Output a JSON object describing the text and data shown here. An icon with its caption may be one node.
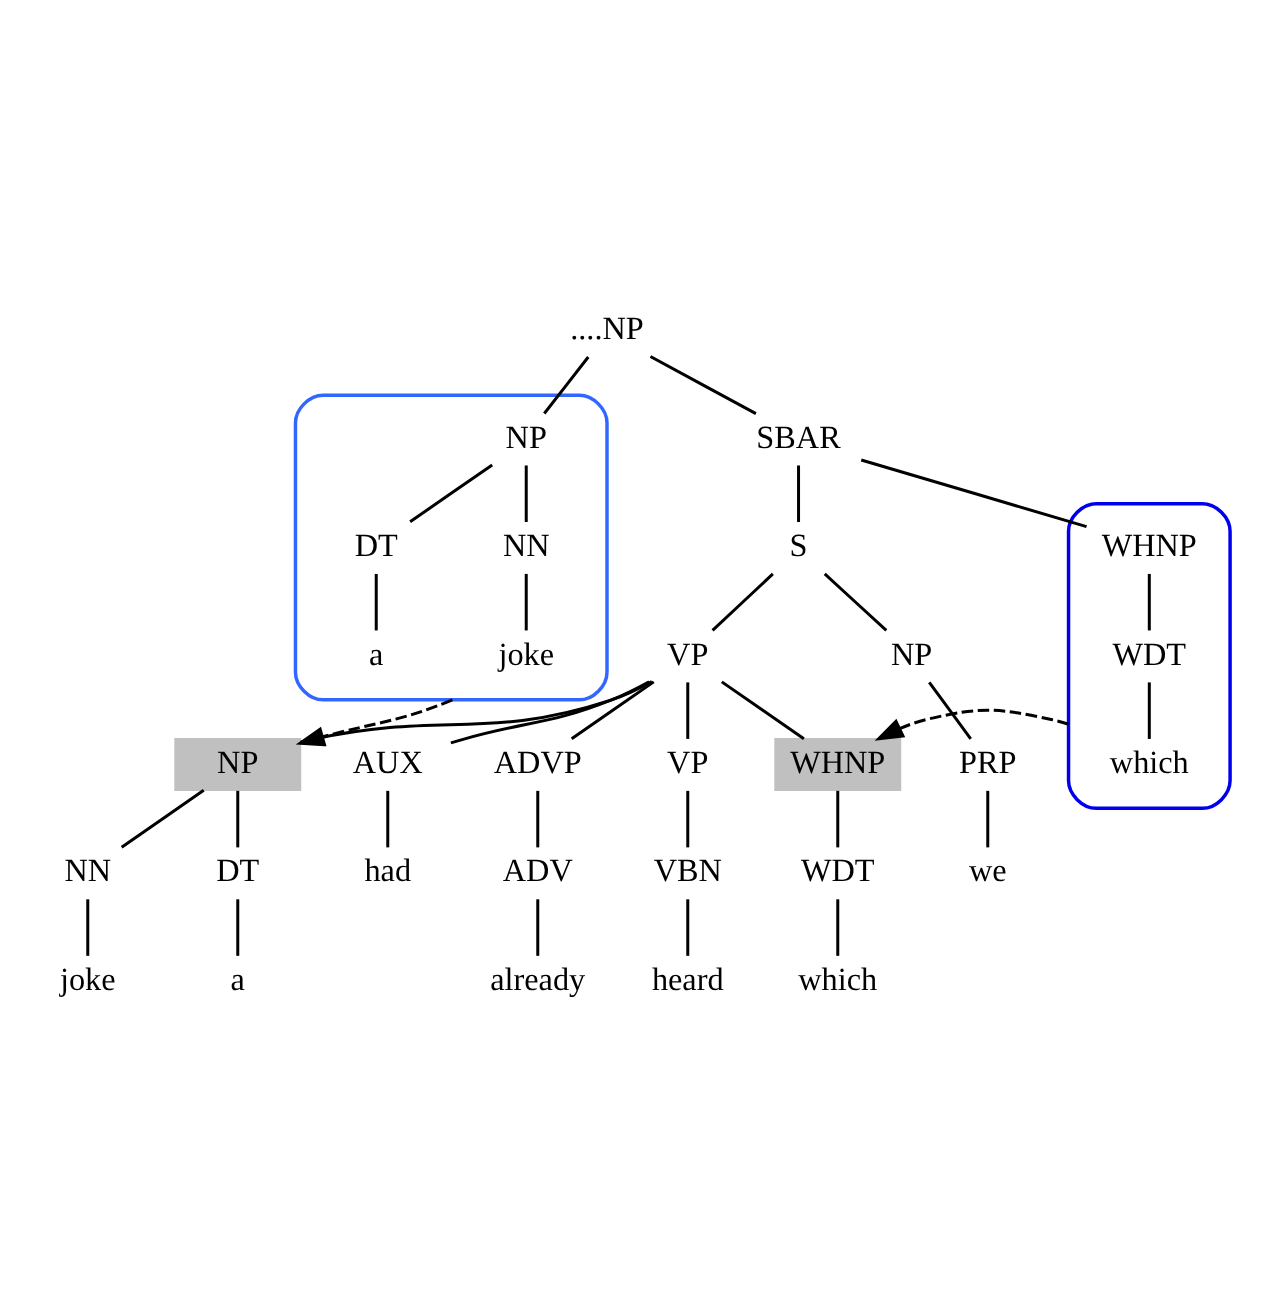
{
  "diagram": {
    "nodes": [
      {
        "text": [
          "....NP"
        ]
      },
      {
        "text": [],
        "shape": "ellipse"
      },
      {
        "text": [
          "NP"
        ],
        "in": 1
      },
      {
        "text": [
          "DT"
        ],
        "in": 1
      },
      {
        "text": [
          "NN"
        ],
        "in": 1
      },
      {
        "text": [
          "a"
        ],
        "in": 1
      },
      {
        "text": [
          "joke"
        ],
        "in": 1
      },
      {
        "text": [
          "SBAR"
        ]
      },
      {
        "text": [],
        "shape": "ellipse"
      },
      {
        "text": [
          "WHNP"
        ],
        "in": 8
      },
      {
        "text": [
          "WDT"
        ],
        "in": 8
      },
      {
        "text": [
          "which"
        ],
        "in": 8
      },
      {
        "text": [
          "S"
        ]
      },
      {
        "text": [
          "NP"
        ]
      },
      {
        "text": [
          "VP"
        ]
      },
      {
        "text": [
          "PRP"
        ]
      },
      {
        "text": [
          "we"
        ]
      },
      {
        "text": [
          "AUX"
        ]
      },
      {
        "text": [
          "ADVP"
        ]
      },
      {
        "text": [
          "VP"
        ]
      },
      {
        "text": [
          "WHNP"
        ]
      },
      {
        "text": [
          "NP"
        ]
      },
      {
        "text": [
          "ADV"
        ]
      },
      {
        "text": [
          "VBN"
        ]
      },
      {
        "text": [
          "WDT"
        ]
      },
      {
        "text": [
          "DT"
        ]
      },
      {
        "text": [
          "NN"
        ]
      },
      {
        "text": [
          "had"
        ]
      },
      {
        "text": [
          "already"
        ]
      },
      {
        "text": [
          "heard"
        ]
      },
      {
        "text": [
          "which"
        ]
      },
      {
        "text": [
          "a"
        ]
      },
      {
        "text": [
          "joke"
        ]
      }
    ],
    "edges": [
      {
        "from": 0,
        "to": 2,
        "arrow": "none"
      },
      {
        "from": 0,
        "to": 7,
        "arrow": "none"
      },
      {
        "from": 2,
        "to": 3,
        "arrow": "none"
      },
      {
        "from": 2,
        "to": 4,
        "arrow": "none"
      },
      {
        "from": 3,
        "to": 5,
        "arrow": "none"
      },
      {
        "from": 4,
        "to": 6,
        "arrow": "none"
      },
      {
        "from": 7,
        "to": 9,
        "arrow": "none"
      },
      {
        "from": 7,
        "to": 12,
        "arrow": "none"
      },
      {
        "from": 9,
        "to": 10,
        "arrow": "none"
      },
      {
        "from": 10,
        "to": 11,
        "arrow": "none"
      },
      {
        "from": 12,
        "to": 13,
        "arrow": "none"
      },
      {
        "from": 12,
        "to": 14,
        "arrow": "none"
      },
      {
        "from": 13,
        "to": 15,
        "arrow": "none"
      },
      {
        "from": 15,
        "to": 16,
        "arrow": "none"
      },
      {
        "from": 14,
        "to": 17,
        "arrow": "none"
      },
      {
        "from": 14,
        "to": 18,
        "arrow": "none"
      },
      {
        "from": 14,
        "to": 19,
        "arrow": "none"
      },
      {
        "from": 14,
        "to": 20,
        "arrow": "none"
      },
      {
        "from": 14,
        "to": 21,
        "arrow": "none"
      },
      {
        "from": 17,
        "to": 27,
        "arrow": "none"
      },
      {
        "from": 18,
        "to": 22,
        "arrow": "none"
      },
      {
        "from": 22,
        "to": 28,
        "arrow": "none"
      },
      {
        "from": 19,
        "to": 23,
        "arrow": "none"
      },
      {
        "from": 23,
        "to": 29,
        "arrow": "none"
      },
      {
        "from": 20,
        "to": 24,
        "arrow": "none"
      },
      {
        "from": 24,
        "to": 30,
        "arrow": "none"
      },
      {
        "from": 21,
        "to": 25,
        "arrow": "none"
      },
      {
        "from": 21,
        "to": 26,
        "arrow": "none"
      },
      {
        "from": 25,
        "to": 31,
        "arrow": "none"
      },
      {
        "from": 26,
        "to": 32,
        "arrow": "none"
      },
      {
        "from": 1,
        "to": 21,
        "arrow": "to",
        "style": "dashed"
      },
      {
        "from": 8,
        "to": 20,
        "arrow": "to",
        "style": "dashed"
      }
    ]
  }
}
